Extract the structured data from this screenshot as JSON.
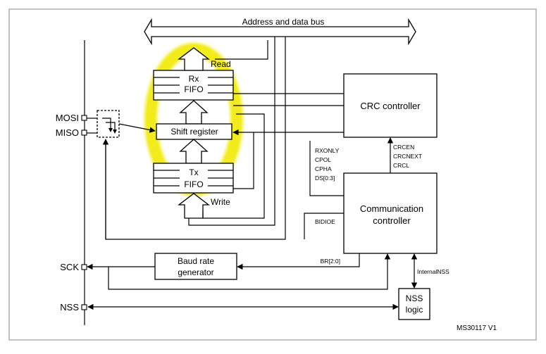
{
  "bus": {
    "label": "Address and data bus"
  },
  "pins": {
    "mosi": "MOSI",
    "miso": "MISO",
    "sck": "SCK",
    "nss": "NSS"
  },
  "fifo": {
    "rx_line1": "Rx",
    "rx_line2": "FIFO",
    "tx_line1": "Tx",
    "tx_line2": "FIFO",
    "read": "Read",
    "write": "Write"
  },
  "shift_register": "Shift register",
  "crc_controller": "CRC controller",
  "crc_signals": [
    "CRCEN",
    "CRCNEXT",
    "CRCL"
  ],
  "comm_signals": [
    "RXONLY",
    "CPOL",
    "CPHA",
    "DS[0:3]"
  ],
  "communication_controller": {
    "line1": "Communication",
    "line2": "controller"
  },
  "bidioe": "BIDIOE",
  "baud_rate": {
    "line1": "Baud rate",
    "line2": "generator"
  },
  "br_signal": "BR[2:0]",
  "internal_nss": "InternalNSS",
  "nss_logic": {
    "line1": "NSS",
    "line2": "logic"
  },
  "figure_id": "MS30117 V1",
  "colors": {
    "highlight": "#f2ec1c",
    "line": "#000000",
    "frame": "#999999"
  }
}
